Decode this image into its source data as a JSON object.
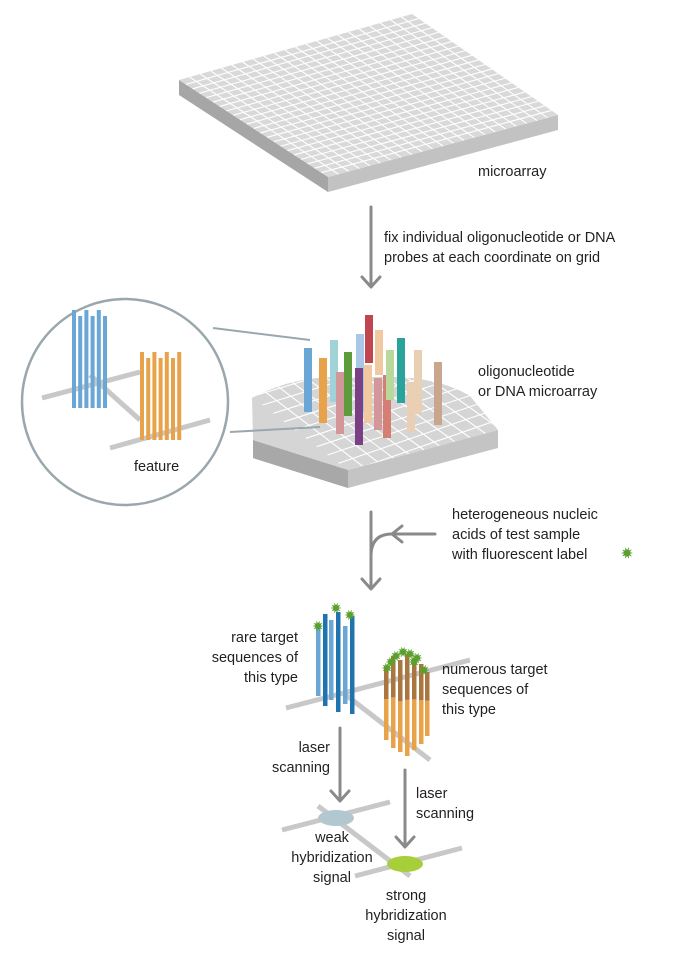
{
  "labels": {
    "microarray": "microarray",
    "fix_step": [
      "fix individual oligonucleotide or DNA",
      "probes at each coordinate on grid"
    ],
    "dna_microarray": [
      "oligonucleotide",
      "or DNA microarray"
    ],
    "feature": "feature",
    "sample_step": [
      "heterogeneous nucleic",
      "acids of test sample",
      "with fluorescent label"
    ],
    "rare_target": [
      "rare target",
      "sequences of",
      "this type"
    ],
    "numerous_target": [
      "numerous target",
      "sequences of",
      "this type"
    ],
    "laser_left": [
      "laser",
      "scanning"
    ],
    "laser_right": [
      "laser",
      "scanning"
    ],
    "weak_signal": [
      "weak",
      "hybridization",
      "signal"
    ],
    "strong_signal": [
      "strong",
      "hybridization",
      "signal"
    ]
  },
  "colors": {
    "arrow": "#8a8a8a",
    "grid_top": "#d9d9d9",
    "grid_line": "#ffffff",
    "grid_side_left": "#a6a6a6",
    "grid_side_right": "#bdbdbd",
    "blue_probe": "#6aa6d6",
    "orange_probe": "#e8a24a",
    "brown_probe": "#a9763f",
    "fluor_label": "#5aa02c",
    "weak_spot": "#b3c7d1",
    "strong_spot": "#a6cf3a",
    "zoom_circle": "#9aa7ad"
  },
  "probe_colors": [
    "#6aa6d6",
    "#e8a24a",
    "#9fd3d8",
    "#a9c7e6",
    "#5e9b3c",
    "#d3979a",
    "#7b3f86",
    "#c0454f",
    "#f0c9a0",
    "#b9d99c",
    "#d47e74",
    "#2aa39a",
    "#e9d0b4",
    "#c9a78e"
  ]
}
